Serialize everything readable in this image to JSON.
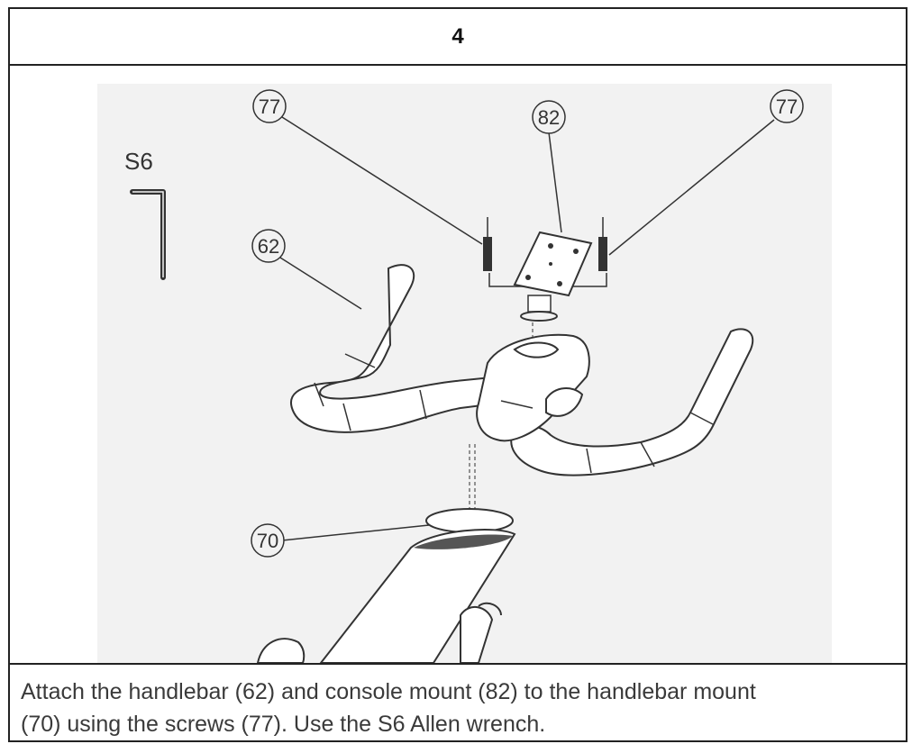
{
  "step": {
    "number": "4"
  },
  "tool": {
    "label": "S6"
  },
  "callouts": {
    "screw_left": "77",
    "console_mount": "82",
    "screw_right": "77",
    "handlebar": "62",
    "handlebar_mount": "70"
  },
  "instruction": {
    "line1": "Attach the handlebar (62) and console mount (82) to the handlebar mount",
    "line2": "(70) using the screws (77). Use the S6 Allen wrench."
  }
}
